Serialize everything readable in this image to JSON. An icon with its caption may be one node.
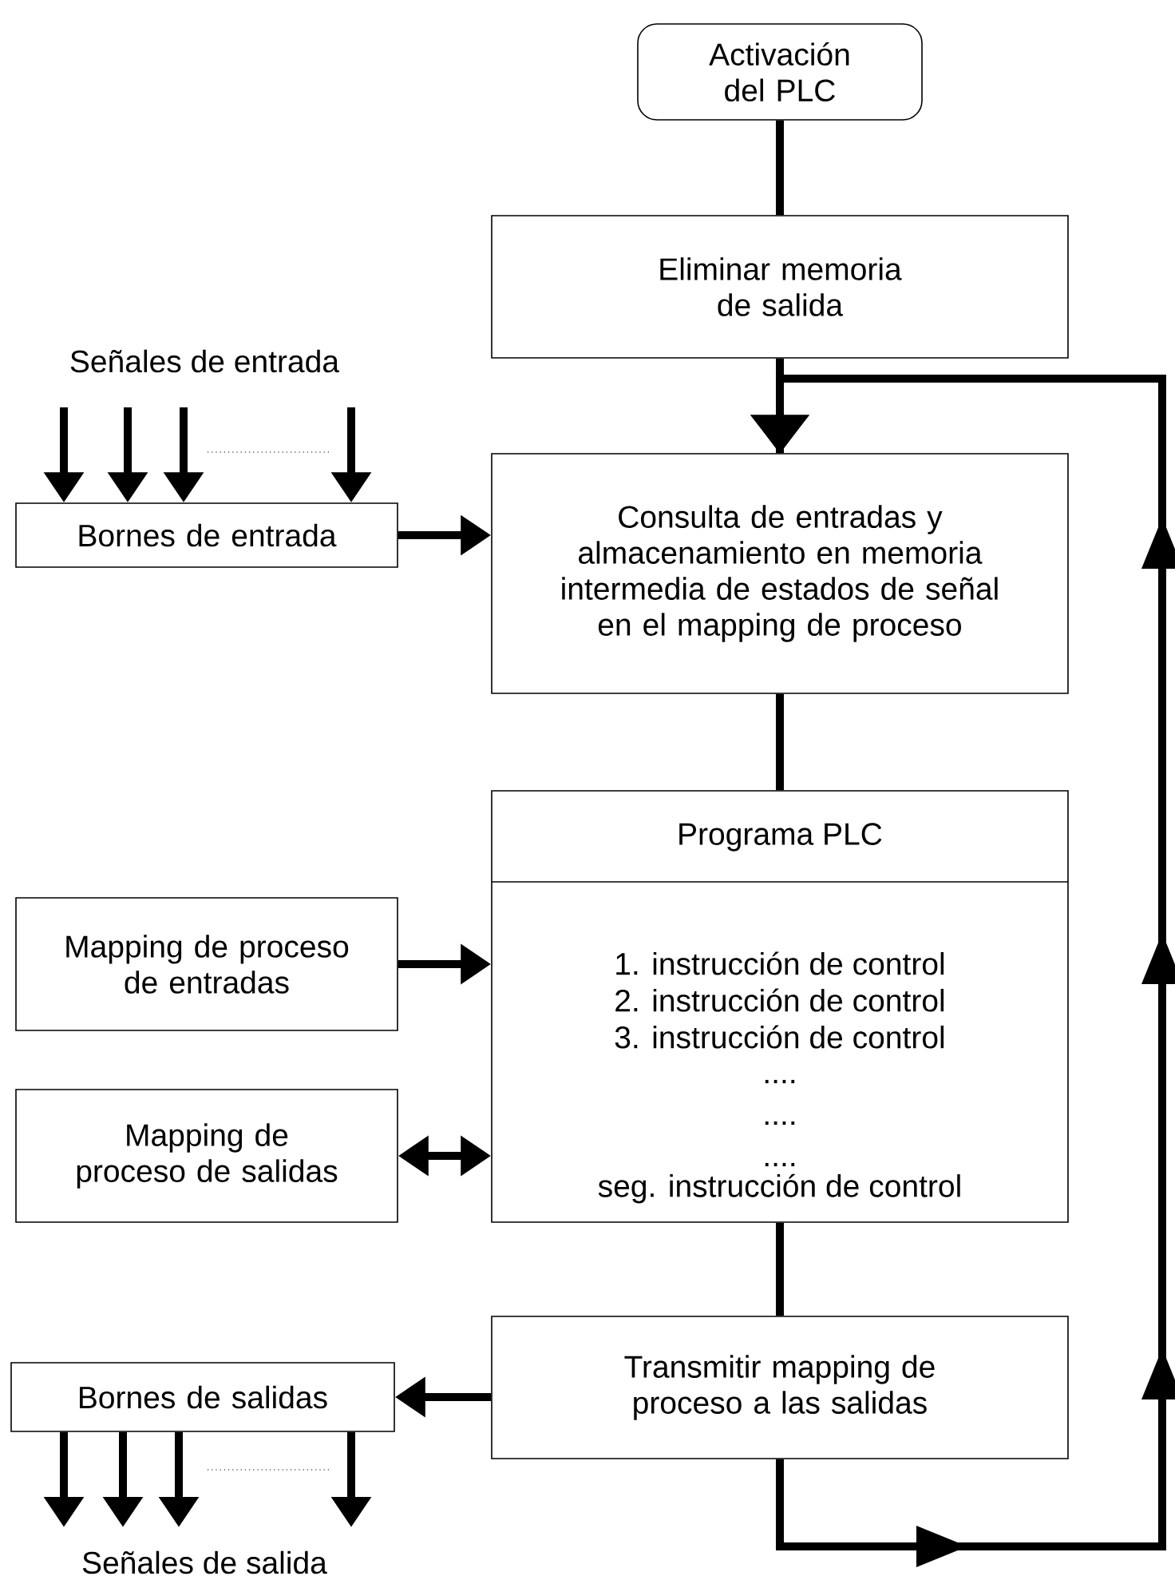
{
  "diagram": {
    "nodes": [
      {
        "text": [
          "Activación del PLC"
        ]
      },
      {
        "text": [
          "Eliminar memoria de salida"
        ]
      },
      {
        "text": [
          "Consulta de entradas y almacenamiento en memoria intermedia de estados de señal en el mapping de proceso"
        ]
      },
      {
        "text": [
          "Programa PLC",
          "1. instrucción de control",
          "2. instrucción de control",
          "3. instrucción de control",
          "....",
          "....",
          "....",
          "seg. instrucción de control"
        ]
      },
      {
        "text": [
          "Transmitir mapping de proceso a las salidas"
        ]
      },
      {
        "text": [
          "Bornes de entrada"
        ]
      },
      {
        "text": [
          "Mapping de proceso de entradas"
        ]
      },
      {
        "text": [
          "Mapping de proceso de salidas"
        ]
      },
      {
        "text": [
          "Bornes de salidas"
        ]
      }
    ],
    "edges": [
      {
        "from": 0,
        "to": 1,
        "arrow": "none"
      },
      {
        "from": 1,
        "to": 2,
        "arrow": "to"
      },
      {
        "from": 2,
        "to": 3,
        "arrow": "none"
      },
      {
        "from": 3,
        "to": 4,
        "arrow": "none"
      },
      {
        "from": 4,
        "to": 2,
        "arrow": "to"
      },
      {
        "from": 5,
        "to": 2,
        "arrow": "to"
      },
      {
        "from": 6,
        "to": 3,
        "arrow": "to"
      },
      {
        "from": 7,
        "to": 3,
        "arrow": "both"
      },
      {
        "from": 4,
        "to": 8,
        "arrow": "to"
      },
      {
        "from": null,
        "to": 5,
        "arrow": "to"
      },
      {
        "from": null,
        "to": 5,
        "arrow": "to"
      },
      {
        "from": null,
        "to": 5,
        "arrow": "to"
      },
      {
        "from": null,
        "to": 5,
        "arrow": "to"
      },
      {
        "from": 8,
        "to": null,
        "arrow": "to"
      },
      {
        "from": 8,
        "to": null,
        "arrow": "to"
      },
      {
        "from": 8,
        "to": null,
        "arrow": "to"
      },
      {
        "from": 8,
        "to": null,
        "arrow": "to"
      }
    ],
    "labels": [
      "Señales de entrada",
      "Señales de salida"
    ]
  }
}
